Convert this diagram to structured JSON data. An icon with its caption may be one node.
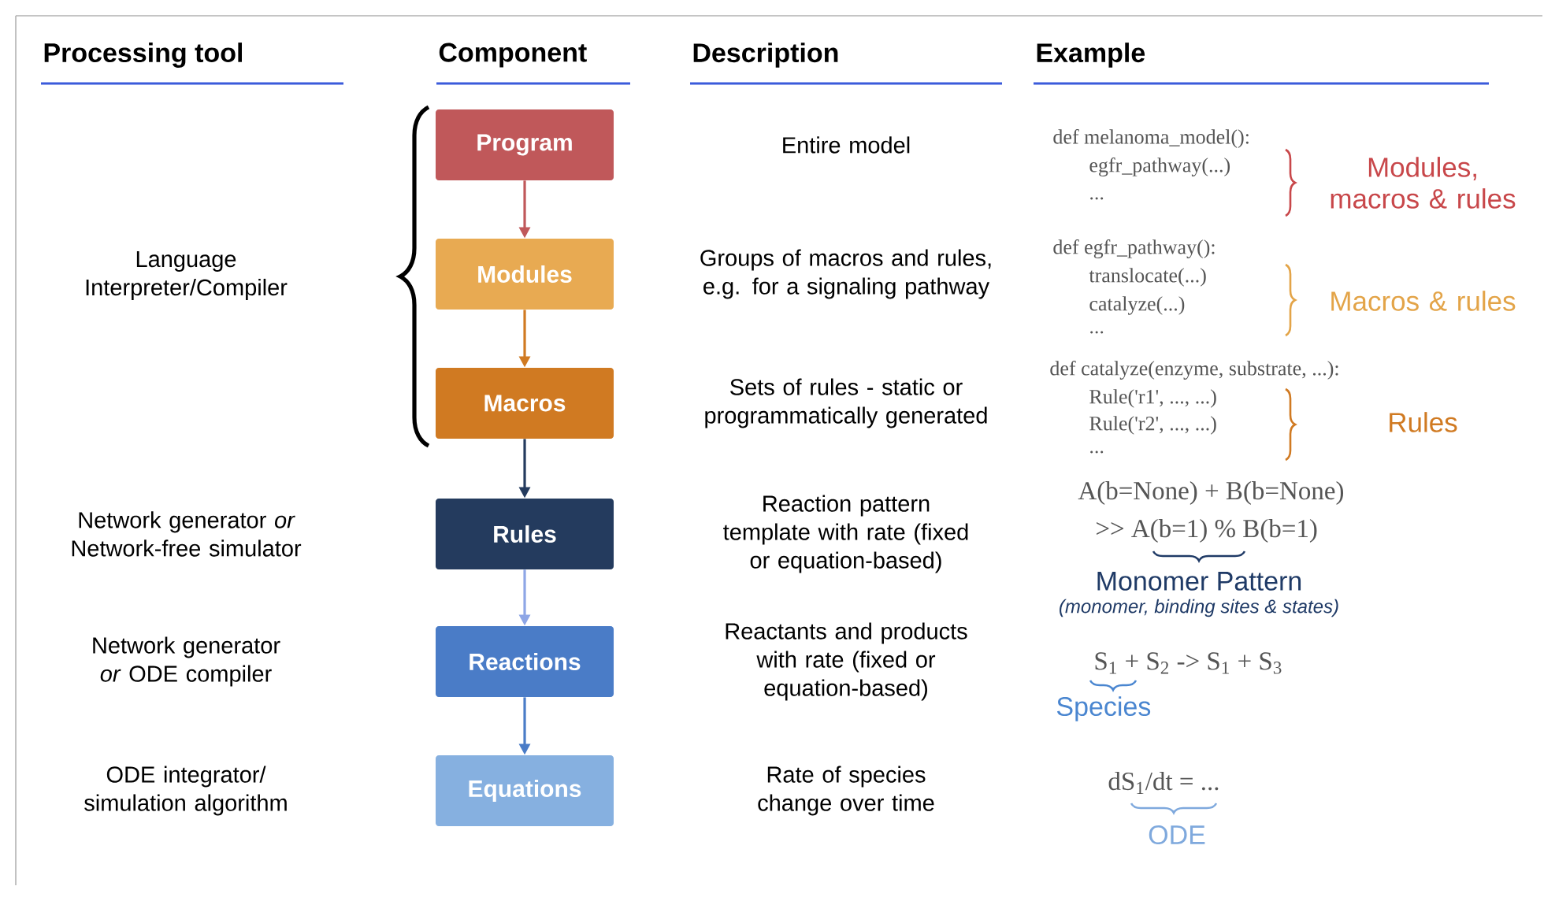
{
  "diagram": {
    "nodes": [
      {
        "text": [
          "Program"
        ]
      },
      {
        "text": [
          "Modules"
        ]
      },
      {
        "text": [
          "Macros"
        ]
      },
      {
        "text": [
          "Rules"
        ]
      },
      {
        "text": [
          "Reactions"
        ]
      },
      {
        "text": [
          "Equations"
        ]
      }
    ],
    "edges": [
      {
        "from": 0,
        "to": 1,
        "arrow": "to",
        "color": "#c0585a"
      },
      {
        "from": 1,
        "to": 2,
        "arrow": "to",
        "color": "#d07a22"
      },
      {
        "from": 2,
        "to": 3,
        "arrow": "to",
        "color": "#243b5e"
      },
      {
        "from": 3,
        "to": 4,
        "arrow": "to",
        "color": "#8ea6e6"
      },
      {
        "from": 4,
        "to": 5,
        "arrow": "to",
        "color": "#4a7cc7"
      }
    ],
    "labels": [
      "Processing tool",
      "Component",
      "Description",
      "Example",
      "Entire model",
      "def melanoma_model():",
      "egfr_pathway(...)",
      "...",
      "Modules, macros & rules",
      "Language Interpreter/Compiler",
      "Groups of macros and rules, e.g. for a signaling pathway",
      "def egfr_pathway():",
      "translocate(...)",
      "catalyze(...)",
      "...",
      "Macros & rules",
      "Sets of rules - static or programmatically generated",
      "def catalyze(enzyme, substrate, ...):",
      "Rule('r1', ..., ...)",
      "Rule('r2', ..., ...)",
      "...",
      "Rules",
      "Network generator *or* Network-free simulator",
      "Reaction pattern template with rate (fixed or equation-based)",
      "A(b=None) + B(b=None)",
      ">> A(b=1) % B(b=1)",
      "Monomer Pattern",
      "(monomer, binding sites & states)",
      "Network generator *or* ODE compiler",
      "Reactants and products with rate (fixed or equation-based)",
      "S$_{1}$ + S$_{2}$ -> S$_{1}$ + S$_{3}$",
      "Species",
      "ODE integrator/ simulation algorithm",
      "Rate of species change over time",
      "dS$_{1}$/dt = ...",
      "ODE"
    ]
  }
}
